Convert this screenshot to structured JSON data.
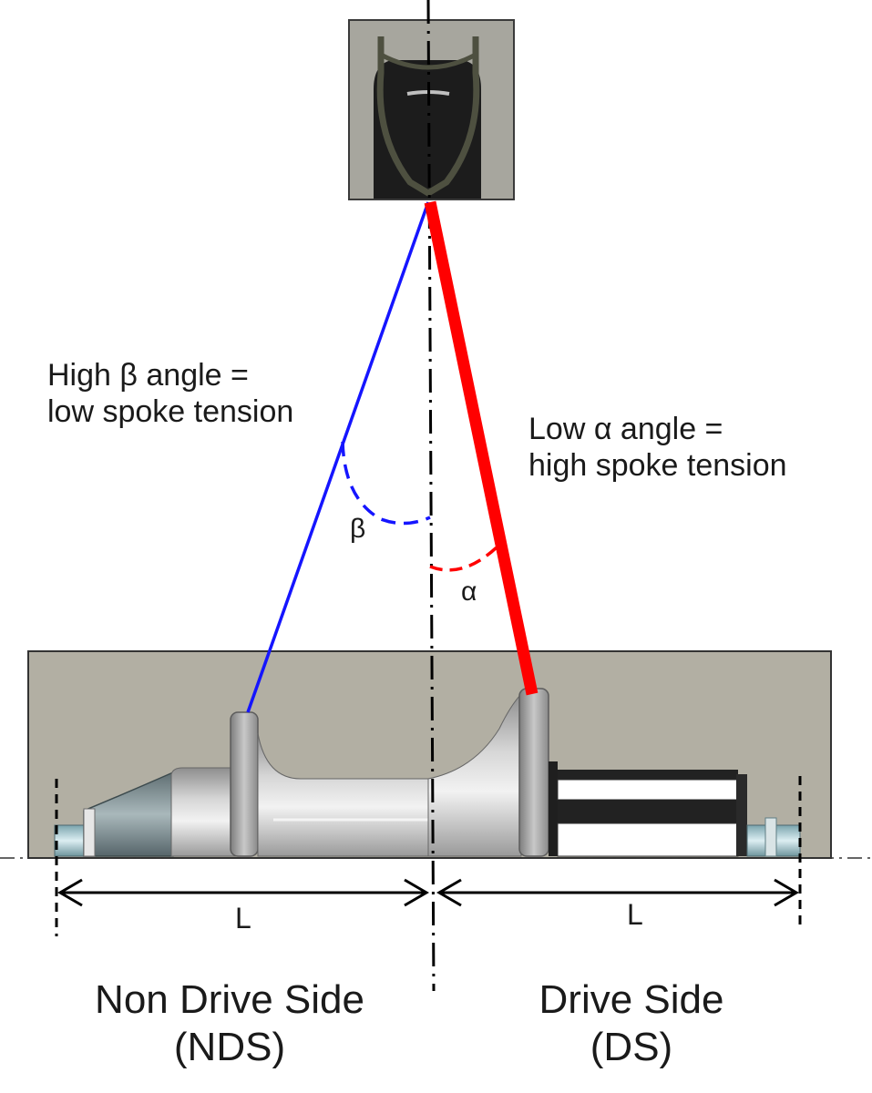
{
  "annotations": {
    "left_line1": "High β angle =",
    "left_line2": "low spoke tension",
    "right_line1": "Low α angle =",
    "right_line2": "high spoke tension"
  },
  "angles": {
    "beta": "β",
    "alpha": "α"
  },
  "dimensions": {
    "left": "L",
    "right": "L"
  },
  "sides": {
    "left_line1": "Non Drive Side",
    "left_line2": "(NDS)",
    "right_line1": "Drive Side",
    "right_line2": "(DS)"
  },
  "colors": {
    "nds_spoke": "#1515ff",
    "ds_spoke": "#ff0000",
    "panel": "#b2afa3",
    "rim_panel": "#a7a69e"
  }
}
